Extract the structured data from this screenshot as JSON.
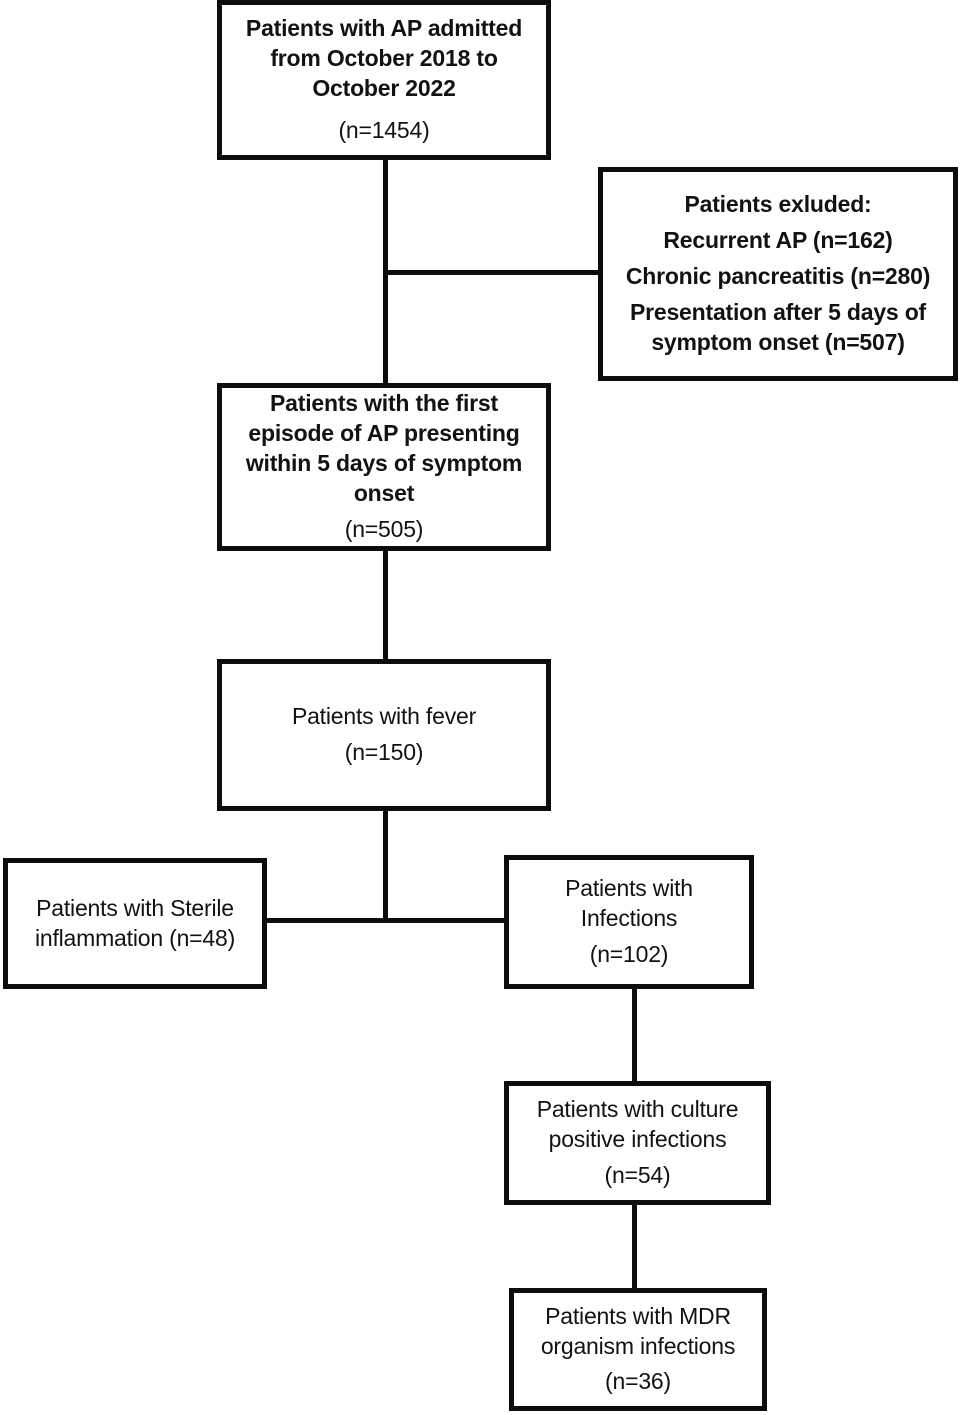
{
  "diagram": {
    "title": "Patient selection flow diagram for acute pancreatitis study",
    "type": "flowchart",
    "line_color": "#0d0d0d",
    "background_color": "#ffffff",
    "nodes": {
      "admitted": {
        "lines": [
          "Patients with AP admitted",
          "from October 2018 to",
          "October 2022"
        ],
        "count": "(n=1454)"
      },
      "excluded": {
        "lines": [
          "Patients exluded:",
          "Recurrent AP (n=162)",
          "Chronic pancreatitis (n=280)",
          "Presentation after 5 days of",
          "symptom onset (n=507)"
        ]
      },
      "first_episode": {
        "lines": [
          "Patients with the first",
          "episode of AP presenting",
          "within 5 days of symptom",
          "onset"
        ],
        "count": "(n=505)"
      },
      "fever": {
        "lines": [
          "Patients with fever"
        ],
        "count": "(n=150)"
      },
      "sterile": {
        "lines": [
          "Patients with Sterile",
          "inflammation (n=48)"
        ]
      },
      "infections": {
        "lines": [
          "Patients with",
          "Infections"
        ],
        "count": "(n=102)"
      },
      "culture_positive": {
        "lines": [
          "Patients with culture",
          "positive infections"
        ],
        "count": "(n=54)"
      },
      "mdr": {
        "lines": [
          "Patients with MDR",
          "organism infections"
        ],
        "count": "(n=36)"
      }
    }
  }
}
